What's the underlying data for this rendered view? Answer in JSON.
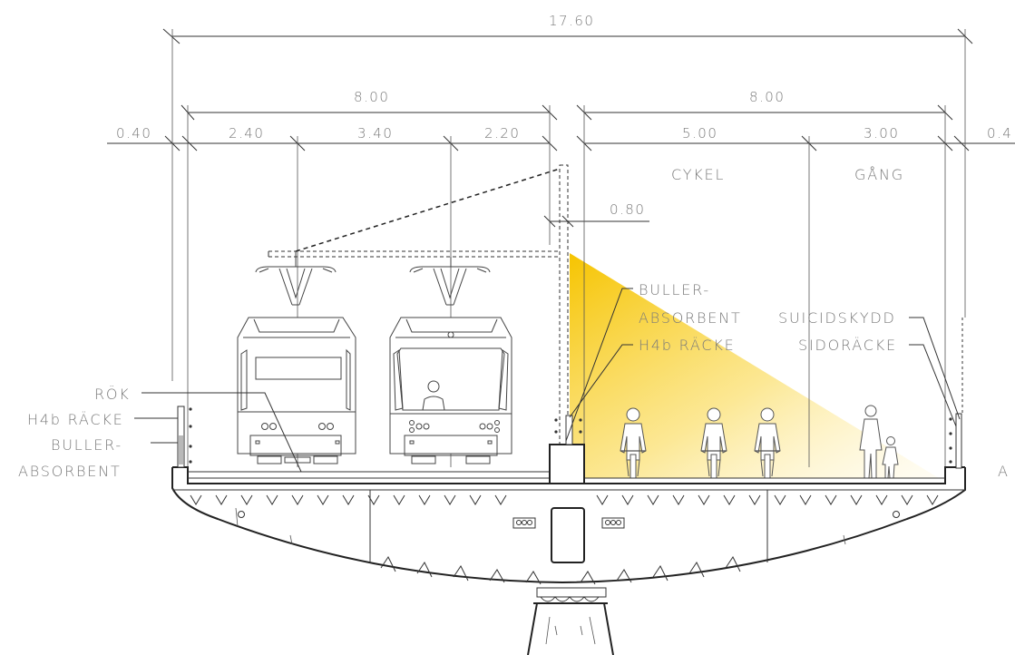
{
  "dimensions": {
    "total": "17.60",
    "left_width": "8.00",
    "right_width": "8.00",
    "edge_left": "0.40",
    "edge_right": "0.4",
    "seg_240": "2.40",
    "seg_340": "3.40",
    "seg_220": "2.20",
    "seg_500": "5.00",
    "seg_300": "3.00",
    "seg_080": "0.80"
  },
  "zones": {
    "cykel": "CYKEL",
    "gang": "GÅNG"
  },
  "labels": {
    "rok": "RÖK",
    "h4b_left": "H4b RÄCKE",
    "buller_left_1": "BULLER-",
    "buller_left_2": "ABSORBENT",
    "buller_mid_1": "BULLER-",
    "buller_mid_2": "ABSORBENT",
    "h4b_mid": "H4b RÄCKE",
    "suicidskydd": "SUICIDSKYDD",
    "sidoracke": "SIDORÄCKE",
    "cut_right": "A"
  },
  "colors": {
    "light_cone": "#f6c400",
    "line": "#333333",
    "text": "#7a7a7a"
  }
}
